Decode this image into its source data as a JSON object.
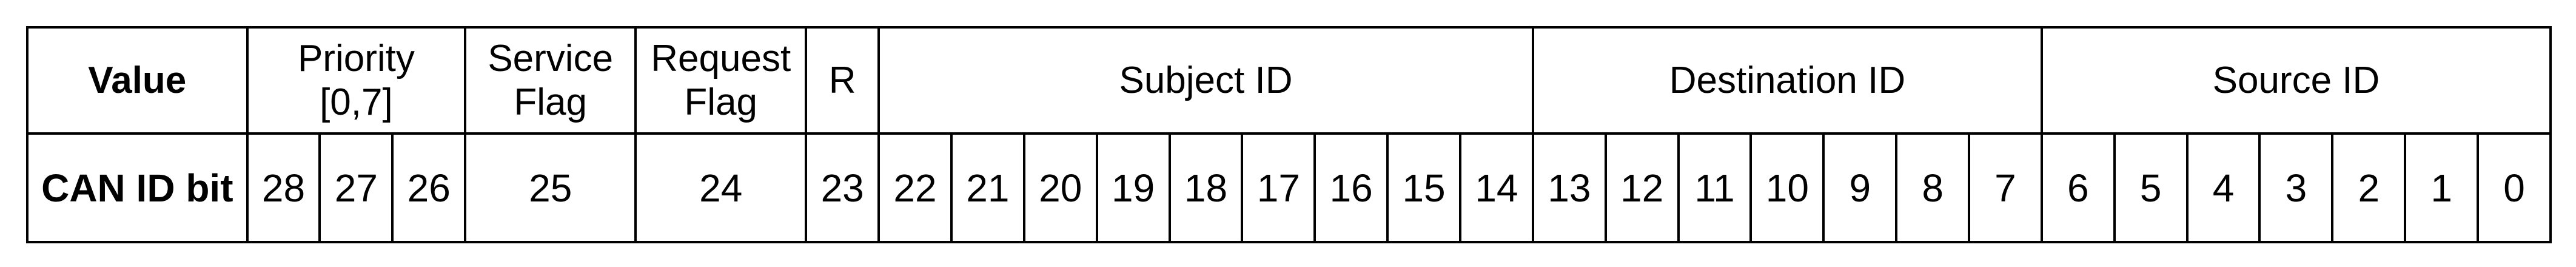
{
  "header_row": {
    "label": "Value",
    "fields": [
      {
        "lines": [
          "Priority",
          "[0,7]"
        ],
        "span": 3
      },
      {
        "lines": [
          "Service",
          "Flag"
        ],
        "span": 1
      },
      {
        "lines": [
          "Request",
          "Flag"
        ],
        "span": 1
      },
      {
        "lines": [
          "R"
        ],
        "span": 1
      },
      {
        "lines": [
          "Subject ID"
        ],
        "span": 9
      },
      {
        "lines": [
          "Destination ID"
        ],
        "span": 7
      },
      {
        "lines": [
          "Source ID"
        ],
        "span": 7
      }
    ]
  },
  "bit_row": {
    "label": "CAN ID bit",
    "bits": [
      "28",
      "27",
      "26",
      "25",
      "24",
      "23",
      "22",
      "21",
      "20",
      "19",
      "18",
      "17",
      "16",
      "15",
      "14",
      "13",
      "12",
      "11",
      "10",
      "9",
      "8",
      "7",
      "6",
      "5",
      "4",
      "3",
      "2",
      "1",
      "0"
    ]
  }
}
